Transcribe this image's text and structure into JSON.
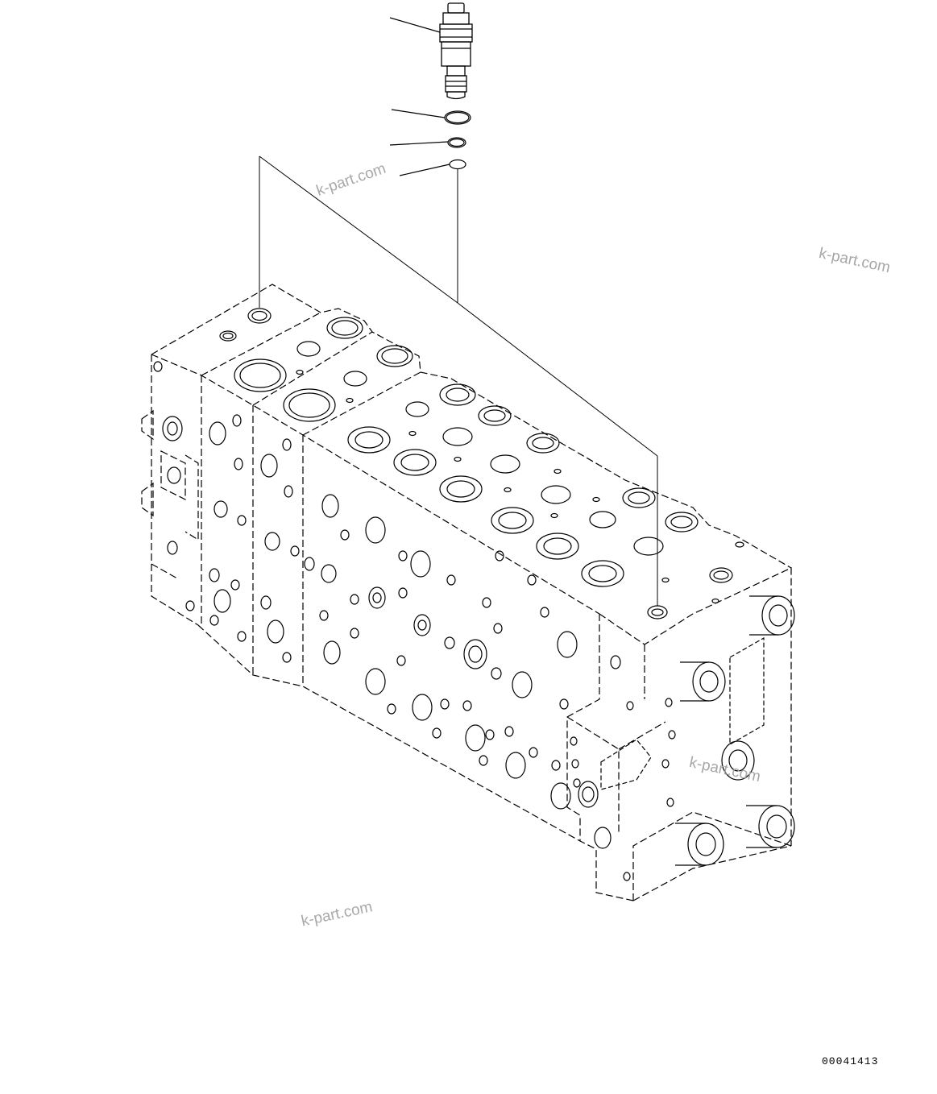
{
  "watermarks": [
    "k-part.com",
    "k-part.com",
    "k-part.com",
    "k-part.com"
  ],
  "drawing_code": "00041413",
  "colors": {
    "line": "#000000",
    "watermark": "#a8a8a8",
    "background": "#ffffff"
  }
}
